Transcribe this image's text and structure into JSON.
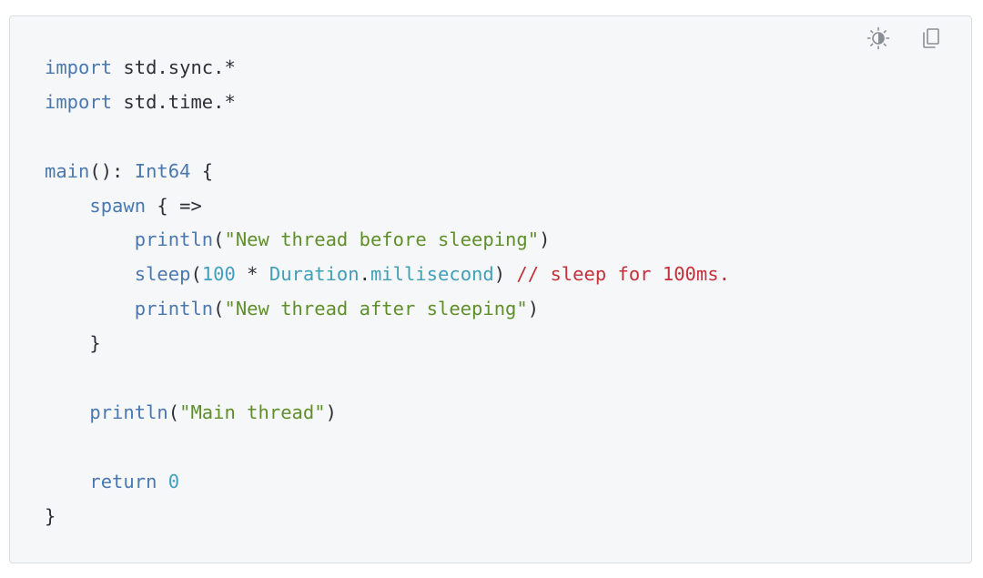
{
  "toolbar": {
    "theme_toggle_icon": "contrast-sun-icon",
    "copy_icon": "copy-icon"
  },
  "colors": {
    "background": "#f6f7f8",
    "border": "#d9dde1",
    "keyword": "#4a78b0",
    "string": "#5f8f2a",
    "number": "#3fa0c0",
    "comment": "#c4303a",
    "plain": "#2b3037"
  },
  "code": {
    "lines": [
      [
        {
          "t": "kw",
          "v": "import"
        },
        {
          "t": "pl",
          "v": " std.sync.*"
        }
      ],
      [
        {
          "t": "kw",
          "v": "import"
        },
        {
          "t": "pl",
          "v": " std.time.*"
        }
      ],
      [],
      [
        {
          "t": "fn",
          "v": "main"
        },
        {
          "t": "pl",
          "v": "(): "
        },
        {
          "t": "ty",
          "v": "Int64"
        },
        {
          "t": "pl",
          "v": " {"
        }
      ],
      [
        {
          "t": "pl",
          "v": "    "
        },
        {
          "t": "kw",
          "v": "spawn"
        },
        {
          "t": "pl",
          "v": " { =>"
        }
      ],
      [
        {
          "t": "pl",
          "v": "        "
        },
        {
          "t": "fn",
          "v": "println"
        },
        {
          "t": "pl",
          "v": "("
        },
        {
          "t": "str",
          "v": "\"New thread before sleeping\""
        },
        {
          "t": "pl",
          "v": ")"
        }
      ],
      [
        {
          "t": "pl",
          "v": "        "
        },
        {
          "t": "fn",
          "v": "sleep"
        },
        {
          "t": "pl",
          "v": "("
        },
        {
          "t": "num",
          "v": "100"
        },
        {
          "t": "pl",
          "v": " * "
        },
        {
          "t": "cls",
          "v": "Duration"
        },
        {
          "t": "pl",
          "v": "."
        },
        {
          "t": "mem",
          "v": "millisecond"
        },
        {
          "t": "pl",
          "v": ") "
        },
        {
          "t": "cmt",
          "v": "// sleep for 100ms."
        }
      ],
      [
        {
          "t": "pl",
          "v": "        "
        },
        {
          "t": "fn",
          "v": "println"
        },
        {
          "t": "pl",
          "v": "("
        },
        {
          "t": "str",
          "v": "\"New thread after sleeping\""
        },
        {
          "t": "pl",
          "v": ")"
        }
      ],
      [
        {
          "t": "pl",
          "v": "    }"
        }
      ],
      [],
      [
        {
          "t": "pl",
          "v": "    "
        },
        {
          "t": "fn",
          "v": "println"
        },
        {
          "t": "pl",
          "v": "("
        },
        {
          "t": "str",
          "v": "\"Main thread\""
        },
        {
          "t": "pl",
          "v": ")"
        }
      ],
      [],
      [
        {
          "t": "pl",
          "v": "    "
        },
        {
          "t": "kw",
          "v": "return"
        },
        {
          "t": "pl",
          "v": " "
        },
        {
          "t": "num",
          "v": "0"
        }
      ],
      [
        {
          "t": "pl",
          "v": "}"
        }
      ]
    ]
  }
}
